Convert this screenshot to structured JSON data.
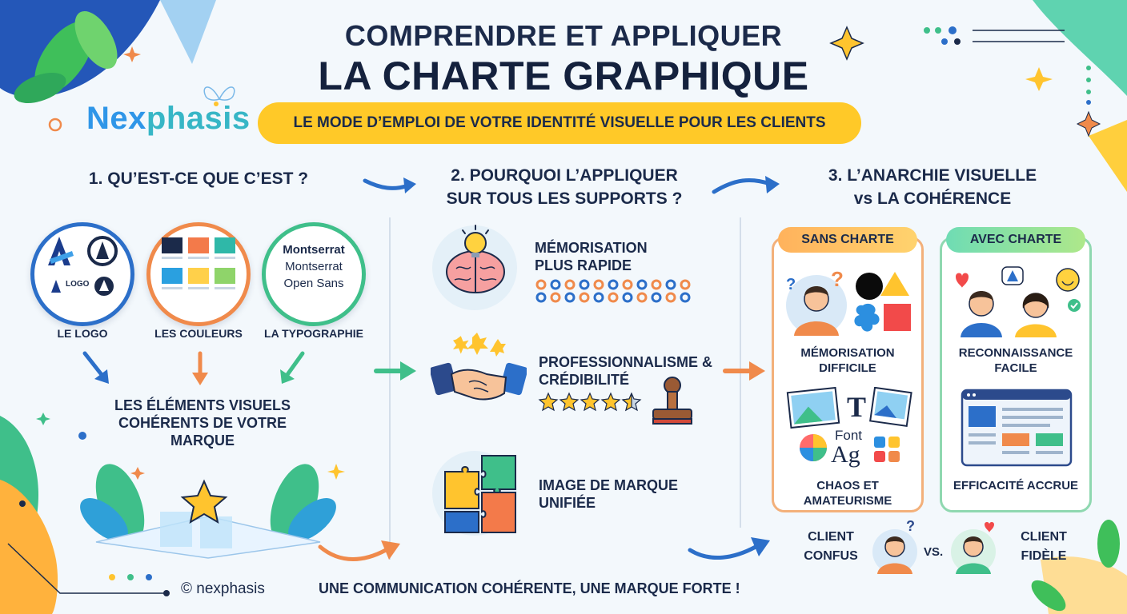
{
  "header": {
    "title_line1": "COMPRENDRE ET APPLIQUER",
    "title_line2": "LA CHARTE GRAPHIQUE",
    "subtitle": "LE MODE D’EMPLOI DE VOTRE IDENTITÉ VISUELLE POUR LES CLIENTS",
    "brand_part1": "Nex",
    "brand_part2": "phasis"
  },
  "section1": {
    "heading": "1. QU’EST-CE QUE C’EST ?",
    "logo_label": "LE LOGO",
    "logo_text": "LOGO",
    "colors_label": "LES COULEURS",
    "typo_label": "LA TYPOGRAPHIE",
    "typo_fonts": [
      "Montserrat",
      "Montserrat",
      "Open Sans"
    ],
    "summary": "LES ÉLÉMENTS VISUELS COHÉRENTS DE VOTRE MARQUE"
  },
  "section2": {
    "heading_line1": "2. POURQUOI L’APPLIQUER",
    "heading_line2": "SUR TOUS LES SUPPORTS ?",
    "benefit1": "MÉMORISATION PLUS RAPIDE",
    "benefit2": "PROFESSIONNALISME & CRÉDIBILITÉ",
    "benefit3": "IMAGE DE MARQUE UNIFIÉE",
    "rating": 4.5,
    "rating_max": 5
  },
  "section3": {
    "heading_line1": "3. L’ANARCHIE VISUELLE",
    "heading_line2": "vs LA COHÉRENCE",
    "without_label": "SANS CHARTE",
    "with_label": "AVEC CHARTE",
    "without_cap1": "MÉMORISATION DIFFICILE",
    "without_cap2": "CHAOS ET AMATEURISME",
    "with_cap1": "RECONNAISSANCE FACILE",
    "with_cap2": "EFFICACITÉ ACCRUE",
    "font_word": "Font",
    "ag_word": "Ag",
    "t_word": "T",
    "client_confused": "CLIENT CONFUS",
    "vs": "VS.",
    "client_loyal": "CLIENT FIDÈLE"
  },
  "footer": {
    "copyright": "© nexphasis",
    "tagline": "UNE COMMUNICATION COHÉRENTE, UNE MARQUE FORTE !"
  },
  "colors": {
    "navy": "#1b2a4a",
    "yellow": "#ffc928",
    "blue": "#2c6fc9",
    "orange": "#f08a4b",
    "green": "#3fbf8a",
    "teal": "#37b6c6"
  }
}
